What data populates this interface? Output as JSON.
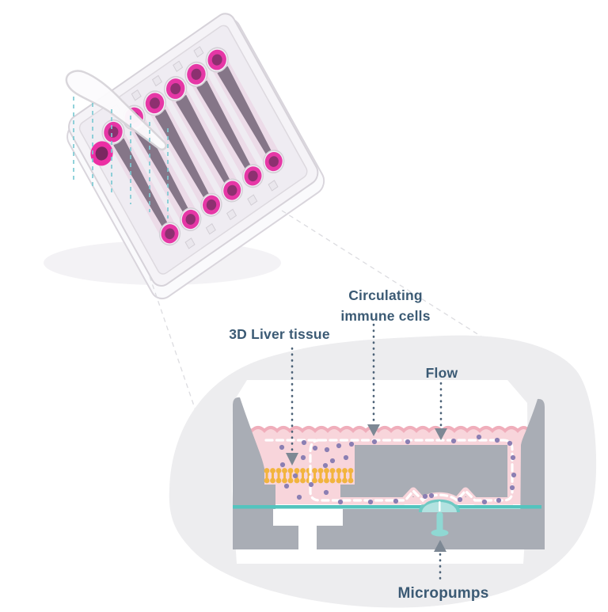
{
  "figure": {
    "labels": {
      "circulating_line1": "Circulating",
      "circulating_line2": "immune cells",
      "liver_tissue": "3D Liver tissue",
      "flow": "Flow",
      "micropumps": "Micropumps"
    },
    "colors": {
      "label_text": "#3B5A74",
      "blob_gray": "#EDEDEF",
      "structure_gray": "#A9ADB5",
      "medium_pink": "#F8D5DB",
      "wave_pink": "#F0AEBB",
      "immune_purple": "#8B7FB3",
      "tissue_yellow": "#F2B43E",
      "membrane_teal": "#53C4BE",
      "pump_light": "#B2E2E0",
      "pump_mid": "#8FD8D3",
      "pump_dark": "#6EC9C3",
      "arrow_gray": "#7D8894",
      "pointer_dots": "#4D6378",
      "well_magenta": "#E637A6",
      "lane_dark": "#6F6073"
    },
    "icons": {
      "immune_cells_arrow": "arrow-down",
      "flow_arrow": "arrow-down",
      "liver_tissue_arrow": "arrow-down",
      "micropumps_arrow": "arrow-up"
    }
  }
}
